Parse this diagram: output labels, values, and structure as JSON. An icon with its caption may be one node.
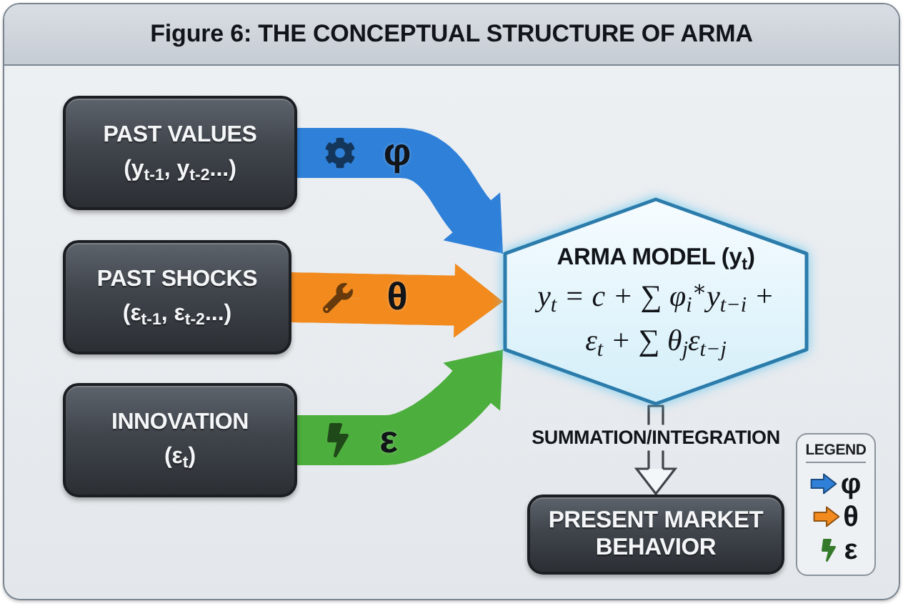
{
  "diagram": {
    "title": "Figure 6: THE CONCEPTUAL STRUCTURE OF ARMA",
    "nodes": [
      {
        "text": [
          "PAST VALUES",
          "(y$_{t-1}$, y$_{t-2}$...)"
        ]
      },
      {
        "text": [
          "PAST SHOCKS",
          "(ε$_{t-1}$, ε$_{t-2}$...)"
        ]
      },
      {
        "text": [
          "INNOVATION",
          "(ε$_{t}$)"
        ]
      },
      {
        "text": [
          "ARMA MODEL (y$_{t}$)",
          "y$_{t}$ = c + ∑ φ$_{i}$$^{∗}$y$_{t−i}$ + ε$_{t}$ + ∑ θ$_{j}$ε$_{t−j}$"
        ]
      },
      {
        "text": [
          "PRESENT MARKET BEHAVIOR"
        ]
      }
    ],
    "edges": [
      {
        "from": 0,
        "to": 3,
        "arrow": "to",
        "label": "φ",
        "color": "#2f80d8"
      },
      {
        "from": 1,
        "to": 3,
        "arrow": "to",
        "label": "θ",
        "color": "#f28a1e"
      },
      {
        "from": 2,
        "to": 3,
        "arrow": "to",
        "label": "ε",
        "color": "#4cae3c"
      },
      {
        "from": 3,
        "to": 4,
        "arrow": "to",
        "label": "SUMMATION/INTEGRATION",
        "color": "#3f454b"
      }
    ],
    "labels": [
      "LEGEND"
    ],
    "legend": [
      {
        "text": "φ"
      },
      {
        "text": "θ"
      },
      {
        "text": "ε"
      }
    ]
  }
}
